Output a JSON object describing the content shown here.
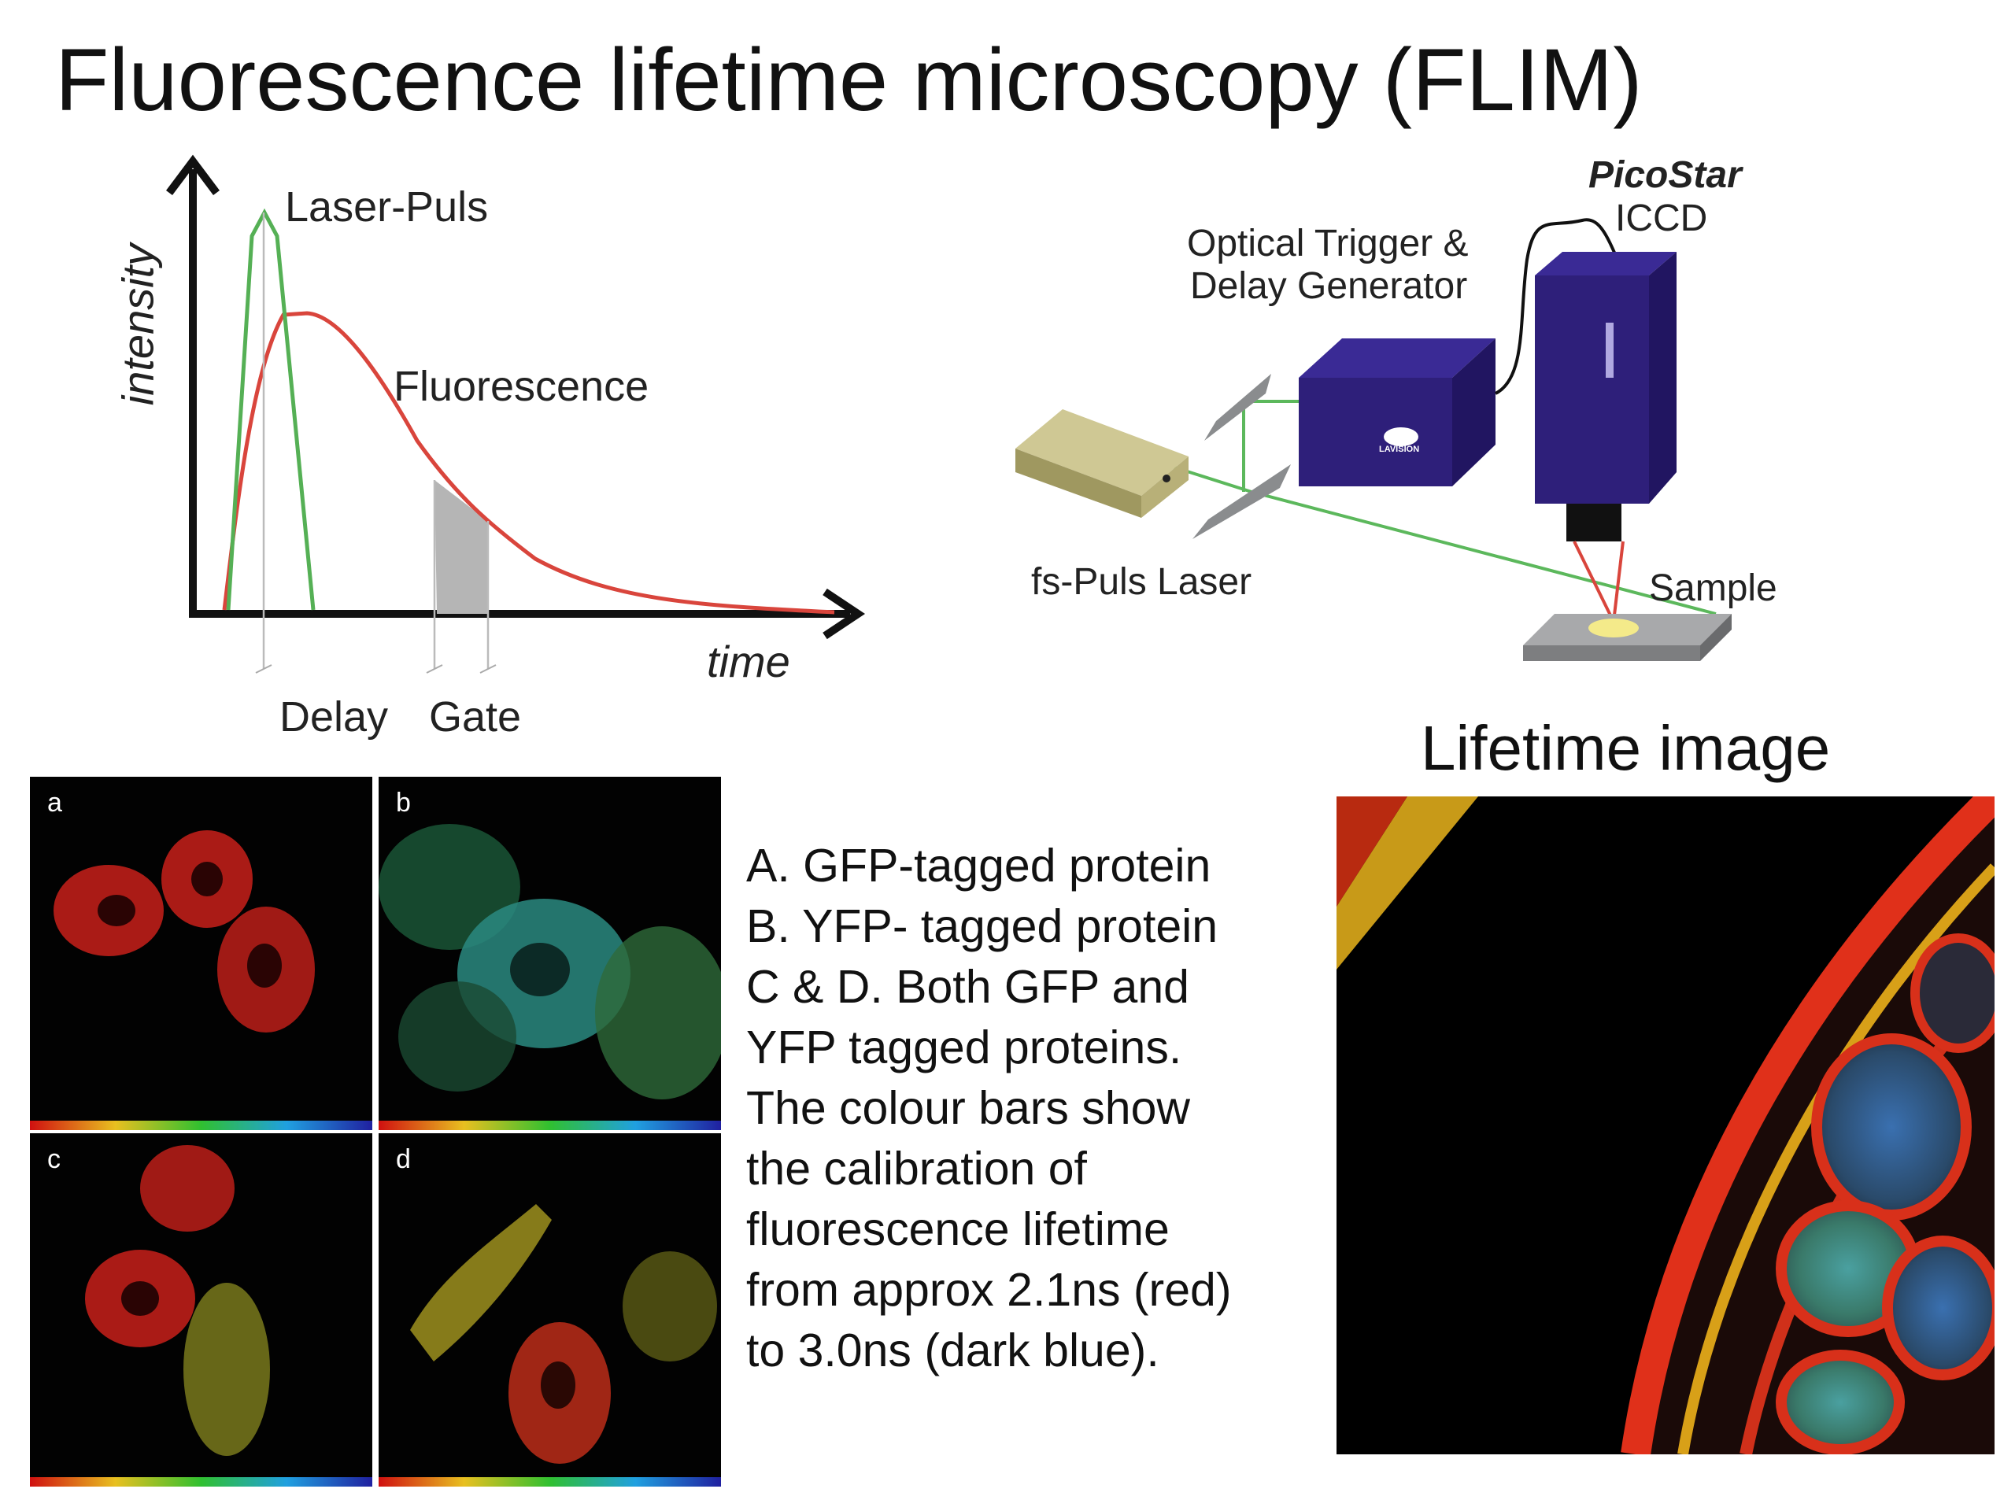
{
  "title": "Fluorescence lifetime microscopy (FLIM)",
  "gating_plot": {
    "y_axis_label": "intensity",
    "x_axis_label": "time",
    "laser_label": "Laser-Puls",
    "fluorescence_label": "Fluorescence",
    "delay_label": "Delay",
    "gate_label": "Gate",
    "colors": {
      "laser": "#55b055",
      "fluorescence": "#d9453c",
      "gate": "#b5b5b5"
    }
  },
  "setup": {
    "camera_brand": "PicoStar",
    "camera_type": "ICCD",
    "trigger_label_line1": "Optical Trigger &",
    "trigger_label_line2": "Delay Generator",
    "laser_label": "fs-Puls Laser",
    "sample_label": "Sample",
    "device_logo": "LAVISION",
    "colors": {
      "device": "#2e1f7a",
      "laser_body": "#b8b078",
      "beam": "#5cb85c"
    }
  },
  "panels": [
    {
      "letter": "a"
    },
    {
      "letter": "b"
    },
    {
      "letter": "c"
    },
    {
      "letter": "d"
    }
  ],
  "caption_lines": [
    "A. GFP-tagged protein",
    "B. YFP- tagged protein",
    "C & D. Both GFP and",
    "YFP tagged proteins.",
    "The colour bars show",
    "the calibration of",
    "fluorescence lifetime",
    "from approx 2.1ns (red)",
    "to 3.0ns (dark blue)."
  ],
  "lifetime_heading": "Lifetime image"
}
